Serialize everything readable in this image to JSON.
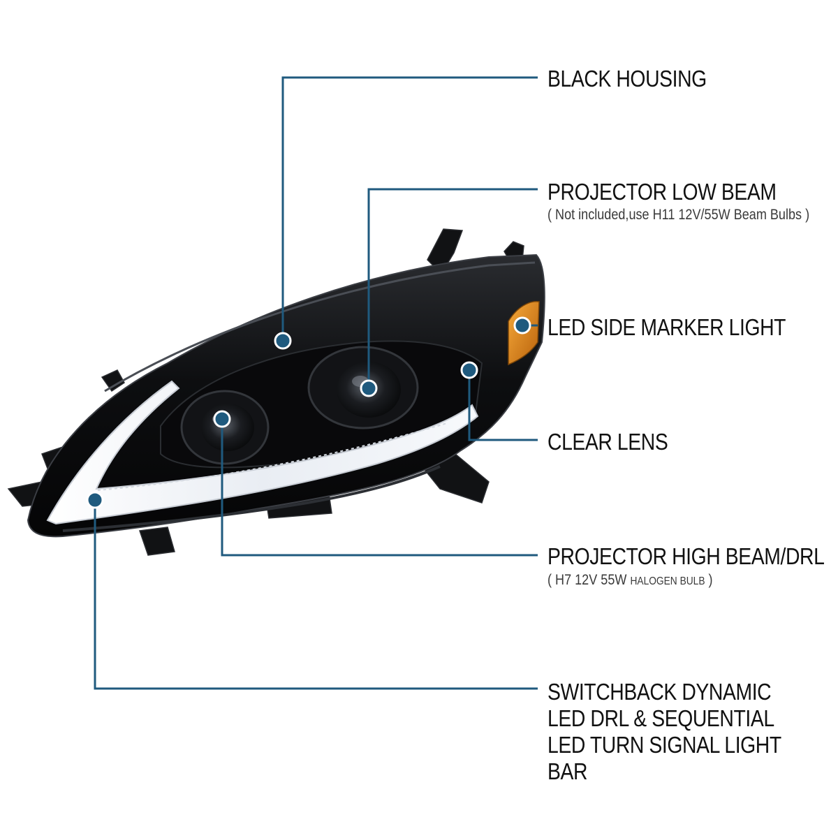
{
  "colors": {
    "leader_line": "#1f5a7e",
    "dot_fill": "#1f5a7e",
    "dot_ring": "#ffffff",
    "housing": "#0c0c0e",
    "amber": "#e08a1a",
    "drl": "#f2f4f8"
  },
  "callouts": {
    "black_housing": {
      "title": "BLACK HOUSING"
    },
    "projector_low_beam": {
      "title": "PROJECTOR LOW BEAM",
      "note_prefix": "( Not included,use  H11 12V/55W Beam Bulbs )"
    },
    "led_side_marker": {
      "title": "LED SIDE MARKER LIGHT"
    },
    "clear_lens": {
      "title": "CLEAR LENS"
    },
    "projector_high_beam": {
      "title": "PROJECTOR HIGH BEAM/DRL",
      "note_main": "( H7  12V 55W ",
      "note_small": "HALOGEN BULB",
      "note_end": " )"
    },
    "switchback": {
      "line1": "SWITCHBACK DYNAMIC",
      "line2": "LED DRL & SEQUENTIAL",
      "line3": "LED TURN SIGNAL LIGHT BAR"
    }
  }
}
